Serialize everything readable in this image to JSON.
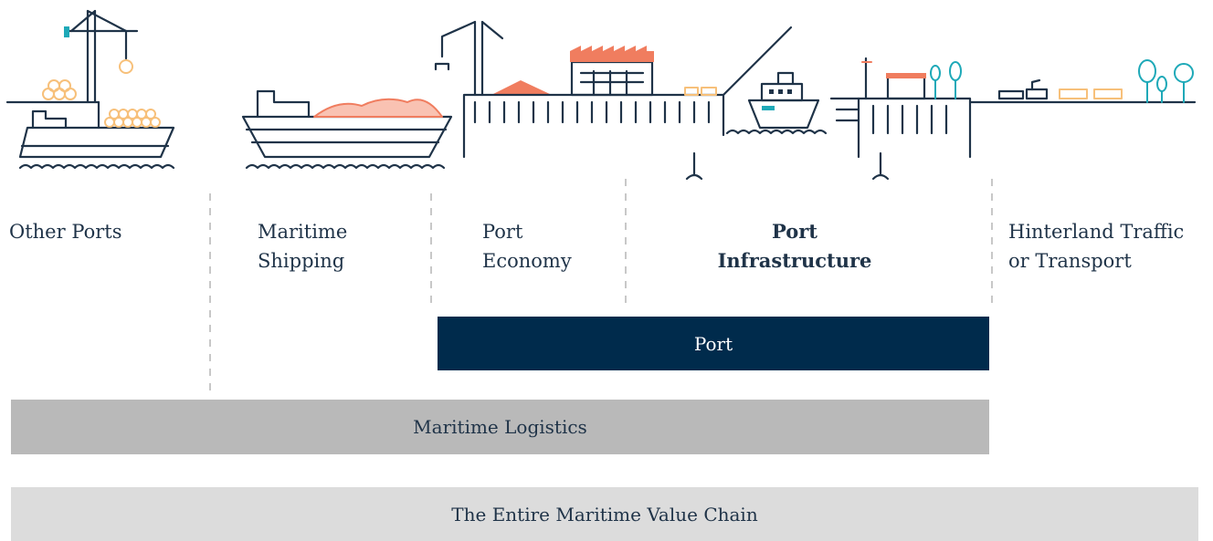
{
  "stages": [
    {
      "key": "other-ports",
      "label": "Other Ports"
    },
    {
      "key": "maritime-shipping",
      "label": "Maritime\nShipping"
    },
    {
      "key": "port-economy",
      "label": "Port\nEconomy"
    },
    {
      "key": "port-infrastructure",
      "label": "Port\nInfrastructure",
      "emphasis": true
    },
    {
      "key": "hinterland",
      "label": "Hinterland Traffic\nor Transport"
    }
  ],
  "bars": {
    "port": "Port",
    "maritime_logistics": "Maritime Logistics",
    "value_chain": "The Entire Maritime Value Chain"
  },
  "colors": {
    "navy": "#002b4c",
    "line": "#1f3348",
    "orange": "#f07d5f",
    "light_orange": "#f7c07a",
    "teal": "#1ea9b8",
    "grey_bar": "#b9b9b9",
    "light_grey_bar": "#dcdcdc",
    "divider": "#c8c8c8"
  }
}
